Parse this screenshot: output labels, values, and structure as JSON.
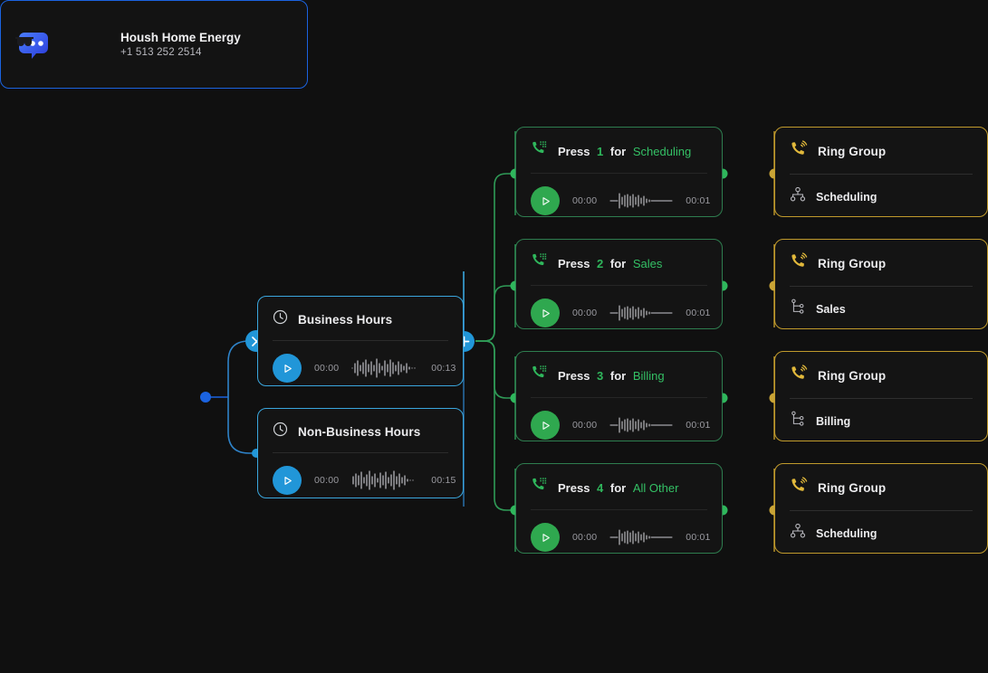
{
  "theme": {
    "bg": "#101010",
    "blue_accent": "#3aa6dd",
    "blue_node": "#1b63e0",
    "green_accent": "#2fb75c",
    "amber_accent": "#c09a2c",
    "card_bg": "#141414"
  },
  "contact": {
    "name": "Housh Home Energy",
    "phone": "+1 513 252 2514",
    "logo_icon": "chat-bubble-sunglasses-logo"
  },
  "connector_buttons": {
    "remove_label": "×",
    "remove_icon": "close-circle-icon",
    "add_label": "+",
    "add_icon": "plus-circle-icon"
  },
  "hours_cards": [
    {
      "id": "business-hours",
      "icon": "clock-icon",
      "title": "Business Hours",
      "play_icon": "play-icon",
      "time_start": "00:00",
      "time_end": "00:13",
      "waveform_icon": "audio-waveform"
    },
    {
      "id": "non-business-hours",
      "icon": "clock-icon",
      "title": "Non-Business Hours",
      "play_icon": "play-icon",
      "time_start": "00:00",
      "time_end": "00:15",
      "waveform_icon": "audio-waveform"
    }
  ],
  "ivr_cards": [
    {
      "id": "press-1",
      "icon": "dialpad-phone-icon",
      "prefix": "Press",
      "digit": "1",
      "middle": "for",
      "destination": "Scheduling",
      "play_icon": "play-icon",
      "time_start": "00:00",
      "time_end": "00:01",
      "waveform_icon": "audio-waveform"
    },
    {
      "id": "press-2",
      "icon": "dialpad-phone-icon",
      "prefix": "Press",
      "digit": "2",
      "middle": "for",
      "destination": "Sales",
      "play_icon": "play-icon",
      "time_start": "00:00",
      "time_end": "00:01",
      "waveform_icon": "audio-waveform"
    },
    {
      "id": "press-3",
      "icon": "dialpad-phone-icon",
      "prefix": "Press",
      "digit": "3",
      "middle": "for",
      "destination": "Billing",
      "play_icon": "play-icon",
      "time_start": "00:00",
      "time_end": "00:01",
      "waveform_icon": "audio-waveform"
    },
    {
      "id": "press-4",
      "icon": "dialpad-phone-icon",
      "prefix": "Press",
      "digit": "4",
      "middle": "for",
      "destination": "All Other",
      "play_icon": "play-icon",
      "time_start": "00:00",
      "time_end": "00:01",
      "waveform_icon": "audio-waveform"
    }
  ],
  "ring_groups": [
    {
      "id": "ring-group-1",
      "icon": "ringing-phone-icon",
      "title": "Ring Group",
      "group_icon": "org-tree-icon",
      "group_name": "Scheduling"
    },
    {
      "id": "ring-group-2",
      "icon": "ringing-phone-icon",
      "title": "Ring Group",
      "group_icon": "hierarchy-branch-icon",
      "group_name": "Sales"
    },
    {
      "id": "ring-group-3",
      "icon": "ringing-phone-icon",
      "title": "Ring Group",
      "group_icon": "hierarchy-branch-icon",
      "group_name": "Billing"
    },
    {
      "id": "ring-group-4",
      "icon": "ringing-phone-icon",
      "title": "Ring Group",
      "group_icon": "org-tree-icon",
      "group_name": "Scheduling"
    }
  ]
}
